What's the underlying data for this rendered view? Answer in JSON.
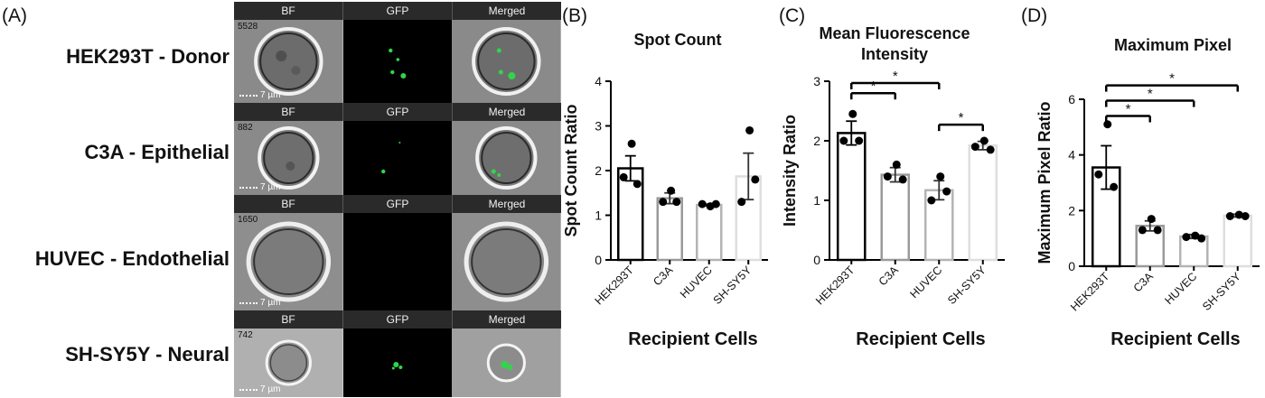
{
  "panel_a": {
    "letter": "(A)",
    "channel_headers": [
      "BF",
      "GFP",
      "Merged"
    ],
    "scale_label": "7 µm",
    "rows": [
      {
        "label": "HEK293T - Donor",
        "event_id": "5528"
      },
      {
        "label": "C3A - Epithelial",
        "event_id": "882"
      },
      {
        "label": "HUVEC - Endothelial",
        "event_id": "1650"
      },
      {
        "label": "SH-SY5Y - Neural",
        "event_id": "742"
      }
    ]
  },
  "chart_data": [
    {
      "letter": "(B)",
      "type": "bar",
      "title": "Spot Count",
      "xlabel": "Recipient Cells",
      "ylabel": "Spot Count Ratio",
      "categories": [
        "HEK293T",
        "C3A",
        "HUVEC",
        "SH-SY5Y"
      ],
      "values": [
        2.05,
        1.38,
        1.23,
        1.87
      ],
      "errors": [
        0.28,
        0.12,
        0.02,
        0.52
      ],
      "points": [
        [
          2.6,
          1.85,
          1.7
        ],
        [
          1.55,
          1.3,
          1.3
        ],
        [
          1.2,
          1.25,
          1.25
        ],
        [
          2.9,
          1.3,
          1.8
        ]
      ],
      "ylim": [
        0,
        4
      ],
      "yticks": [
        0,
        1,
        2,
        3,
        4
      ],
      "significance": []
    },
    {
      "letter": "(C)",
      "type": "bar",
      "title": "Mean Fluorescence Intensity",
      "title_lines": [
        "Mean Fluorescence",
        "Intensity"
      ],
      "xlabel": "Recipient Cells",
      "ylabel": "Intensity Ratio",
      "categories": [
        "HEK293T",
        "C3A",
        "HUVEC",
        "SH-SY5Y"
      ],
      "values": [
        2.13,
        1.43,
        1.17,
        1.92
      ],
      "errors": [
        0.2,
        0.12,
        0.16,
        0.07
      ],
      "points": [
        [
          2.45,
          2.0,
          2.0
        ],
        [
          1.6,
          1.4,
          1.35
        ],
        [
          1.4,
          1.0,
          1.15
        ],
        [
          2.0,
          1.9,
          1.85
        ]
      ],
      "ylim": [
        0,
        3
      ],
      "yticks": [
        0,
        1,
        2,
        3
      ],
      "significance": [
        {
          "from": 0,
          "to": 1,
          "label": "*",
          "y": 2.8
        },
        {
          "from": 0,
          "to": 2,
          "label": "*",
          "y": 2.97
        },
        {
          "from": 2,
          "to": 3,
          "label": "*",
          "y": 2.27
        }
      ]
    },
    {
      "letter": "(D)",
      "type": "bar",
      "title": "Maximum Pixel",
      "xlabel": "Recipient Cells",
      "ylabel": "Maximum Pixel Ratio",
      "categories": [
        "HEK293T",
        "C3A",
        "HUVEC",
        "SH-SY5Y"
      ],
      "values": [
        3.55,
        1.45,
        1.07,
        1.82
      ],
      "errors": [
        0.78,
        0.18,
        0.07,
        0.05
      ],
      "points": [
        [
          5.1,
          3.3,
          2.85
        ],
        [
          1.7,
          1.3,
          1.3
        ],
        [
          1.1,
          1.05,
          1.0
        ],
        [
          1.85,
          1.8,
          1.8
        ]
      ],
      "ylim": [
        0,
        6
      ],
      "yticks": [
        0,
        2,
        4,
        6
      ],
      "significance": [
        {
          "from": 0,
          "to": 1,
          "label": "*",
          "y": 5.4
        },
        {
          "from": 0,
          "to": 2,
          "label": "*",
          "y": 5.95
        },
        {
          "from": 0,
          "to": 3,
          "label": "*",
          "y": 6.5
        }
      ]
    }
  ],
  "colors": {
    "bar_fills": [
      "#ffffff",
      "#ffffff",
      "#ffffff",
      "#ffffff"
    ],
    "bar_strokes": [
      "#000000",
      "#9a9a9a",
      "#b4b4b4",
      "#dedede"
    ],
    "gfp_spot": "#2fd64a",
    "header_bg": "#2a2a2a"
  }
}
